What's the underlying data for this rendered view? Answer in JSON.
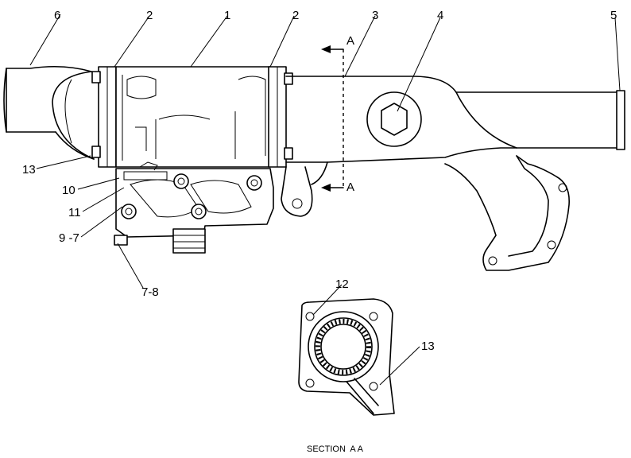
{
  "callouts": {
    "c1": "1",
    "c2a": "2",
    "c2b": "2",
    "c3": "3",
    "c4": "4",
    "c5": "5",
    "c6": "6",
    "c13a": "13",
    "c10": "10",
    "c11": "11",
    "c97": "9 -7",
    "c78": "7-8",
    "c12": "12",
    "c13b": "13"
  },
  "section_markers": {
    "top": "A",
    "bottom": "A"
  },
  "caption": "SECTION  A A"
}
